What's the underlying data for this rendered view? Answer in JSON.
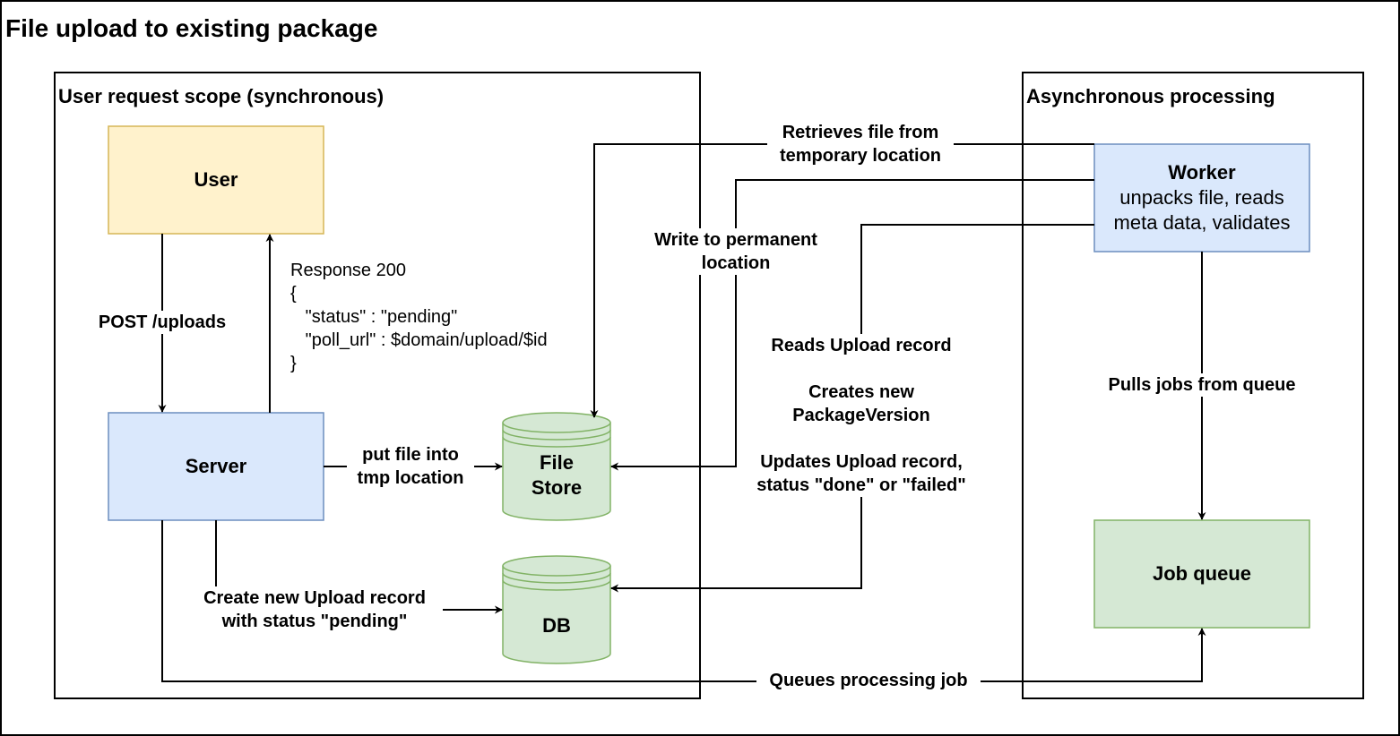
{
  "title": "File upload to existing package",
  "scopes": {
    "sync": "User request scope (synchronous)",
    "async": "Asynchronous processing"
  },
  "nodes": {
    "user": "User",
    "server": "Server",
    "file_store": [
      "File",
      "Store"
    ],
    "db": "DB",
    "worker_title": "Worker",
    "worker_desc": [
      "unpacks file, reads",
      "meta data, validates"
    ],
    "job_queue": "Job queue"
  },
  "edges": {
    "post": "POST /uploads",
    "response": [
      "Response 200",
      "{",
      "   \"status\" : \"pending\"",
      "   \"poll_url\" : $domain/upload/$id",
      "}"
    ],
    "put_file": [
      "put file into",
      "tmp location"
    ],
    "create_record": [
      "Create new Upload record",
      "with status \"pending\""
    ],
    "retrieves": [
      "Retrieves file from",
      "temporary location"
    ],
    "write_permanent": [
      "Write to permanent",
      "location"
    ],
    "reads_record": "Reads Upload record",
    "creates_version": [
      "Creates new",
      "PackageVersion"
    ],
    "updates_record": [
      "Updates Upload record,",
      "status \"done\" or \"failed\""
    ],
    "pulls_jobs": "Pulls jobs from queue",
    "queues_job": "Queues processing job"
  },
  "colors": {
    "user_fill": "#fff2cc",
    "user_stroke": "#d6b656",
    "blue_fill": "#dae8fc",
    "blue_stroke": "#6c8ebf",
    "green_fill": "#d5e8d4",
    "green_stroke": "#82b366"
  }
}
